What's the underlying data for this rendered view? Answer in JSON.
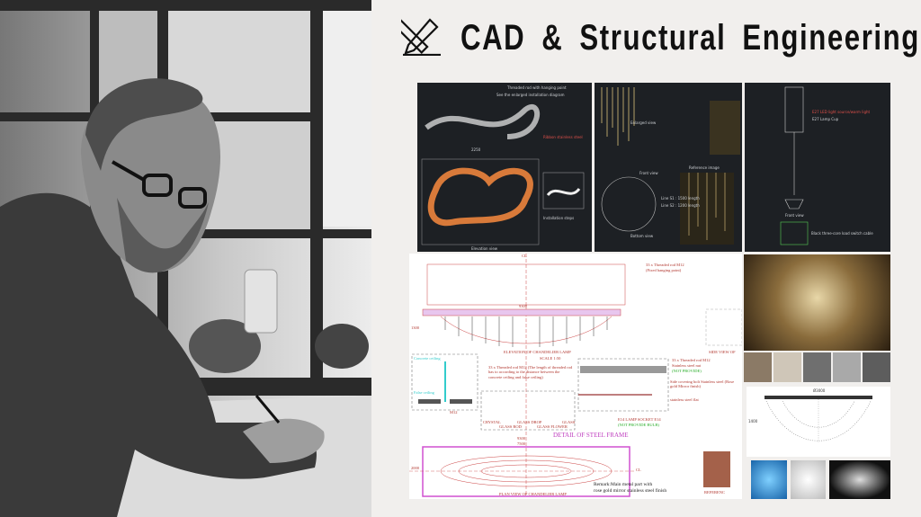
{
  "header": {
    "title": "CAD & Structural Engineering",
    "icon": "pencil-ruler-icon"
  },
  "drawing_1": {
    "labels": [
      "Threaded rod with hanging point",
      "See the enlarged installation diagram",
      "Ribbon stainless steel",
      "2250",
      "Elevation view",
      "Installation steps"
    ]
  },
  "drawing_2": {
    "labels": [
      "Enlarged view",
      "Front view",
      "Bottom view",
      "Reference image",
      "Line S1 : 1500 length",
      "Line S2 : 1200 length"
    ]
  },
  "drawing_3": {
    "labels": [
      "E27 LED light source/warm light",
      "E27 Lamp Cup",
      "Front view",
      "Black three-core load switch cable"
    ]
  },
  "plan": {
    "cl": "CL",
    "rod_note": "33 x Threaded rod M12",
    "rod_note2": "(Fixed hanging point)",
    "width_dim": "9300",
    "height_dim": "1300",
    "elevation_title": "ELEVATION OF CHANDELIER LAMP",
    "scale": "SCALE 1:50",
    "side_view": "SIDE VIEW OF",
    "concrete": "Concrete ceiling",
    "false_ceiling": "False ceiling",
    "m12": "M12",
    "rod_length_note": "33 x Threaded rod M12 (The length of threaded rod has to according to the distance between the concrete ceiling and false ceiling)",
    "parts": [
      "CRYSTAL",
      "GLASS ROD",
      "GLASS DROP",
      "GLASS FLOWER",
      "GLASS"
    ],
    "steel_notes": [
      "33 x Threaded rod M12",
      "Stainless steel nut",
      "(NOT PROVIDE)",
      "Side covering bolt Stainless steel (Rose gold Mirror finish)",
      "stainless steel flat",
      "E14 LAMP SOCKET E14",
      "(NOT PROVIDE BULB)"
    ],
    "steel_frame": "DETAIL OF STEEL FRAME",
    "plan_width": "9300",
    "plan_inner": "7500",
    "plan_height": "2000",
    "plan_title": "PLAN VIEW OF CHANDELIER LAMP",
    "remark": "Remark:Main metal part with",
    "remark2": "rose gold mirror stainless steel finish",
    "reference": "REFERENC"
  },
  "side_drawing": {
    "dim": "Ø3000",
    "height": "1400"
  }
}
